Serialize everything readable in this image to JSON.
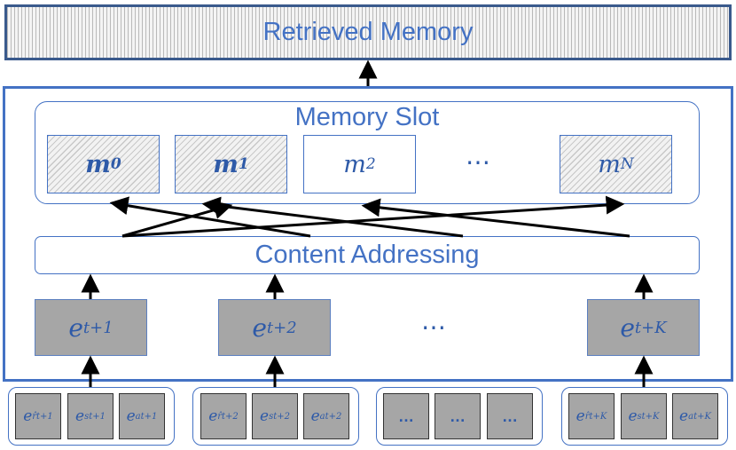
{
  "retrieved_memory": "Retrieved Memory",
  "memory_slot": {
    "title": "Memory Slot",
    "slots": [
      {
        "base": "m",
        "sub": "0"
      },
      {
        "base": "m",
        "sub": "1"
      },
      {
        "base": "m",
        "sub": "2"
      },
      {
        "base": "m",
        "sub": "N"
      }
    ],
    "ellipsis": "⋯"
  },
  "content_addressing": "Content Addressing",
  "embeddings": [
    {
      "base": "e",
      "sub": "t+1"
    },
    {
      "base": "e",
      "sub": "t+2"
    },
    {
      "base": "e",
      "sub": "t+K"
    }
  ],
  "embeddings_ellipsis": "⋯",
  "input_groups": [
    {
      "cells": [
        {
          "base": "e",
          "sub": "r̂t+1"
        },
        {
          "base": "e",
          "sub": "st+1"
        },
        {
          "base": "e",
          "sub": "at+1"
        }
      ]
    },
    {
      "cells": [
        {
          "base": "e",
          "sub": "r̂t+2"
        },
        {
          "base": "e",
          "sub": "st+2"
        },
        {
          "base": "e",
          "sub": "at+2"
        }
      ]
    },
    {
      "cells": [
        {
          "text": "…"
        },
        {
          "text": "…"
        },
        {
          "text": "…"
        }
      ]
    },
    {
      "cells": [
        {
          "base": "e",
          "sub": "r̂t+K"
        },
        {
          "base": "e",
          "sub": "st+K"
        },
        {
          "base": "e",
          "sub": "at+K"
        }
      ]
    }
  ],
  "colors": {
    "accent": "#4472c4",
    "text": "#2e5aa8",
    "embedding_fill": "#a6a6a6"
  }
}
